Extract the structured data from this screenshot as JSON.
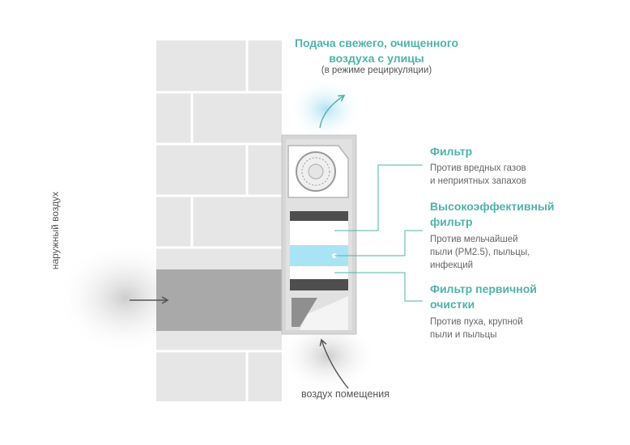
{
  "top_label": {
    "title_line1": "Подача свежего, очищенного",
    "title_line2": "воздуха с улицы",
    "subtitle": "(в режиме рециркуляции)"
  },
  "filters": [
    {
      "title_line1": "Фильтр",
      "title_line2": "",
      "desc_line1": "Против вредных газов",
      "desc_line2": "и неприятных запахов",
      "desc_line3": ""
    },
    {
      "title_line1": "Высокоэффективный",
      "title_line2": "фильтр",
      "desc_line1": "Против мельчайшей",
      "desc_line2": "пыли (PM2.5), пыльцы,",
      "desc_line3": "инфекций"
    },
    {
      "title_line1": "Фильтр первичной",
      "title_line2": "очистки",
      "desc_line1": "Против пуха, крупной",
      "desc_line2": "пыли и пыльцы",
      "desc_line3": ""
    }
  ],
  "outdoor_air_label": "наружный воздух",
  "room_air_label": "воздух помещения",
  "colors": {
    "accent": "#4fb3a8",
    "wall": "#e6e6e6",
    "brick_line": "#ffffff",
    "duct": "#a9a9a9",
    "housing": "#d4d4d4",
    "hepa": "#a9e4f4",
    "pointer": "#4fb3a8"
  }
}
